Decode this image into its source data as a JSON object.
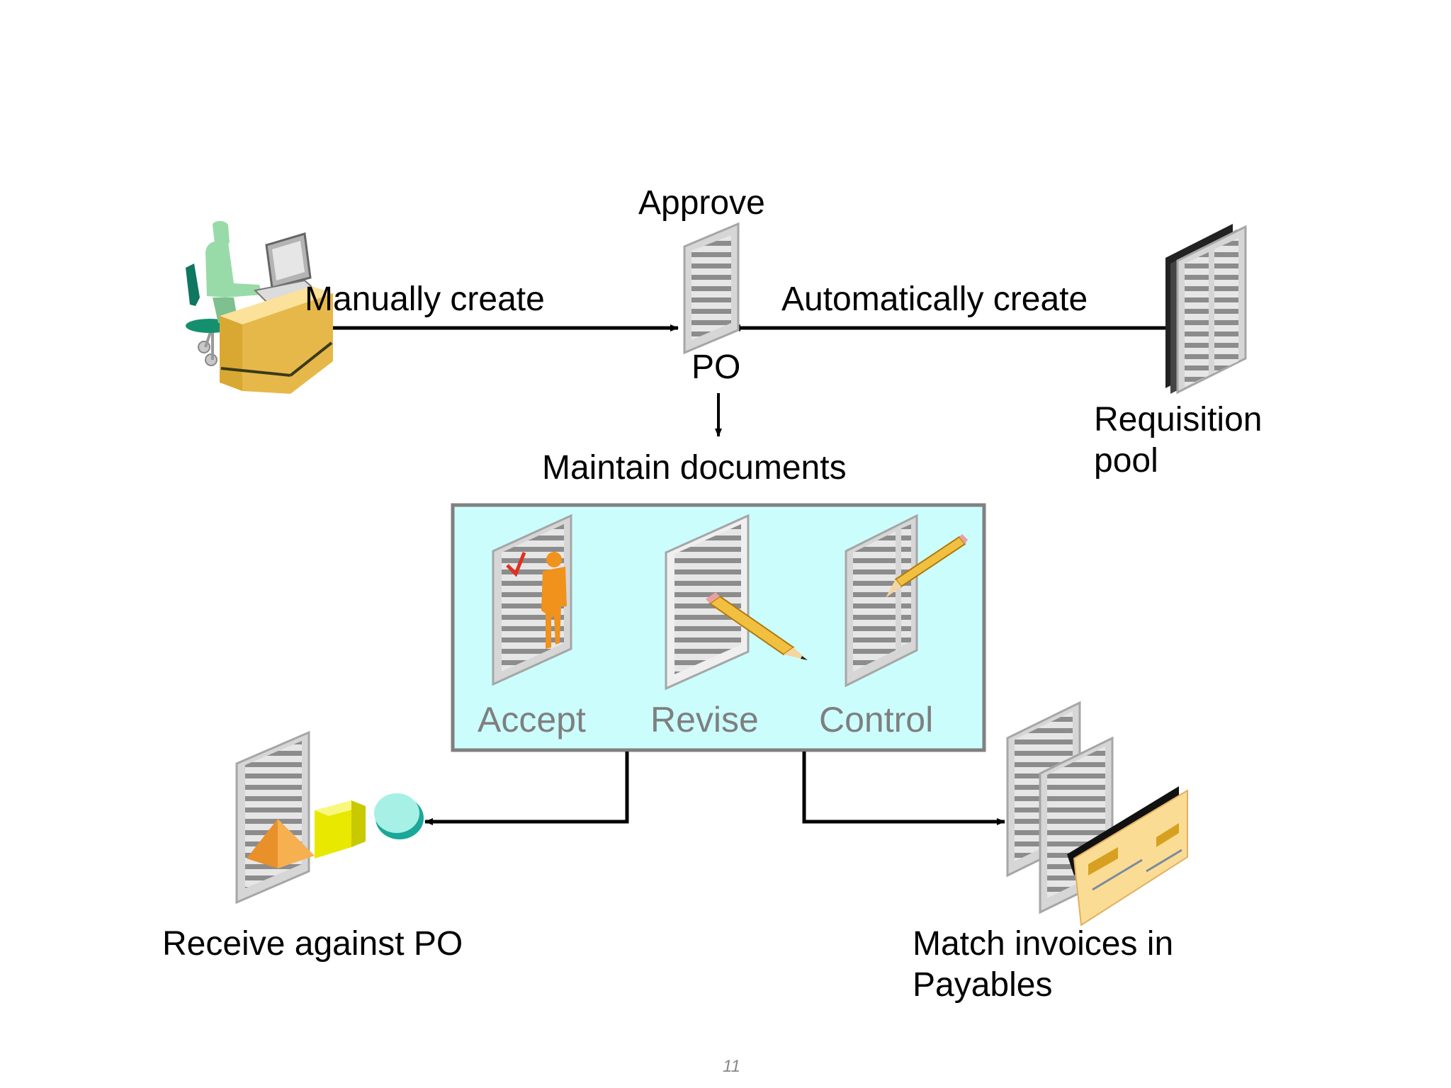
{
  "diagram": {
    "labels": {
      "approve": "Approve",
      "manually_create": "Manually create",
      "automatically_create": "Automatically create",
      "po": "PO",
      "requisition_pool_line1": "Requisition",
      "requisition_pool_line2": "pool",
      "maintain_documents": "Maintain documents",
      "accept": "Accept",
      "revise": "Revise",
      "control": "Control",
      "receive_against_po": "Receive against PO",
      "match_invoices_line1": "Match invoices in",
      "match_invoices_line2": "Payables"
    },
    "page_number": "11",
    "icons": [
      "person-at-desk-icon",
      "po-document-icon",
      "requisition-binder-icon",
      "accept-document-icon",
      "revise-document-icon",
      "control-document-icon",
      "receipt-document-icon",
      "invoice-documents-icon"
    ],
    "colors": {
      "maintain_box_fill": "#ccfdfd",
      "maintain_box_border": "#808080",
      "action_label": "#7f7f7f",
      "desk": "#e6b84a",
      "person": "#99dba8",
      "pencil": "#f2c040",
      "figure": "#f0921c",
      "check_fill": "#fbdc94"
    }
  }
}
